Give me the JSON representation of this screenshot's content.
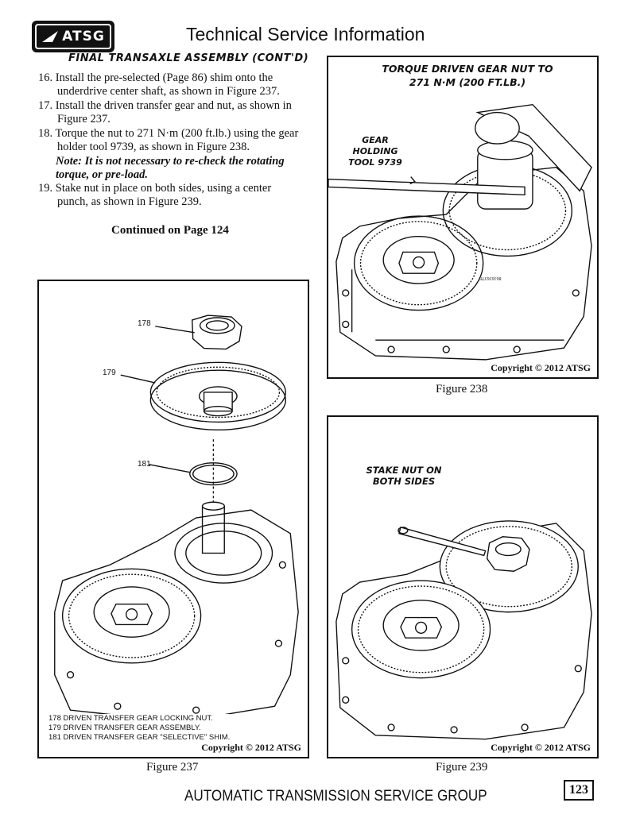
{
  "header": {
    "logo_text": "ATSG",
    "title": "Technical Service Information"
  },
  "section": {
    "heading": "FINAL TRANSAXLE ASSEMBLY (CONT'D)"
  },
  "steps": [
    "16. Install the pre-selected (Page 86) shim onto the underdrive center shaft, as shown in Figure 237.",
    "17. Install the driven transfer gear and nut, as shown in Figure 237.",
    "18. Torque the nut to 271 N·m (200 ft.lb.) using the gear holder tool 9739, as shown in Figure 238.",
    "19. Stake nut in place on both sides, using a center punch, as shown in Figure 239."
  ],
  "note": "Note: It is not necessary to re-check the rotating torque, or pre-load.",
  "continued": "Continued on Page 124",
  "figure_237": {
    "caption": "Figure 237",
    "copyright": "Copyright © 2012 ATSG",
    "part_numbers": [
      "178",
      "179",
      "181"
    ],
    "legend": [
      "178  DRIVEN TRANSFER GEAR LOCKING NUT.",
      "179  DRIVEN TRANSFER GEAR ASSEMBLY.",
      "181  DRIVEN TRANSFER GEAR \"SELECTIVE\" SHIM."
    ]
  },
  "figure_238": {
    "caption": "Figure 238",
    "copyright": "Copyright © 2012 ATSG",
    "title_line1": "TORQUE DRIVEN GEAR NUT TO",
    "title_line2": "271 N·M  (200 FT.LB.)",
    "tool_line1": "GEAR HOLDING",
    "tool_line2": "TOOL  9739"
  },
  "figure_239": {
    "caption": "Figure 239",
    "copyright": "Copyright © 2012 ATSG",
    "callout_line1": "STAKE NUT ON",
    "callout_line2": "BOTH SIDES"
  },
  "footer": {
    "text": "AUTOMATIC TRANSMISSION SERVICE GROUP",
    "page_number": "123"
  }
}
